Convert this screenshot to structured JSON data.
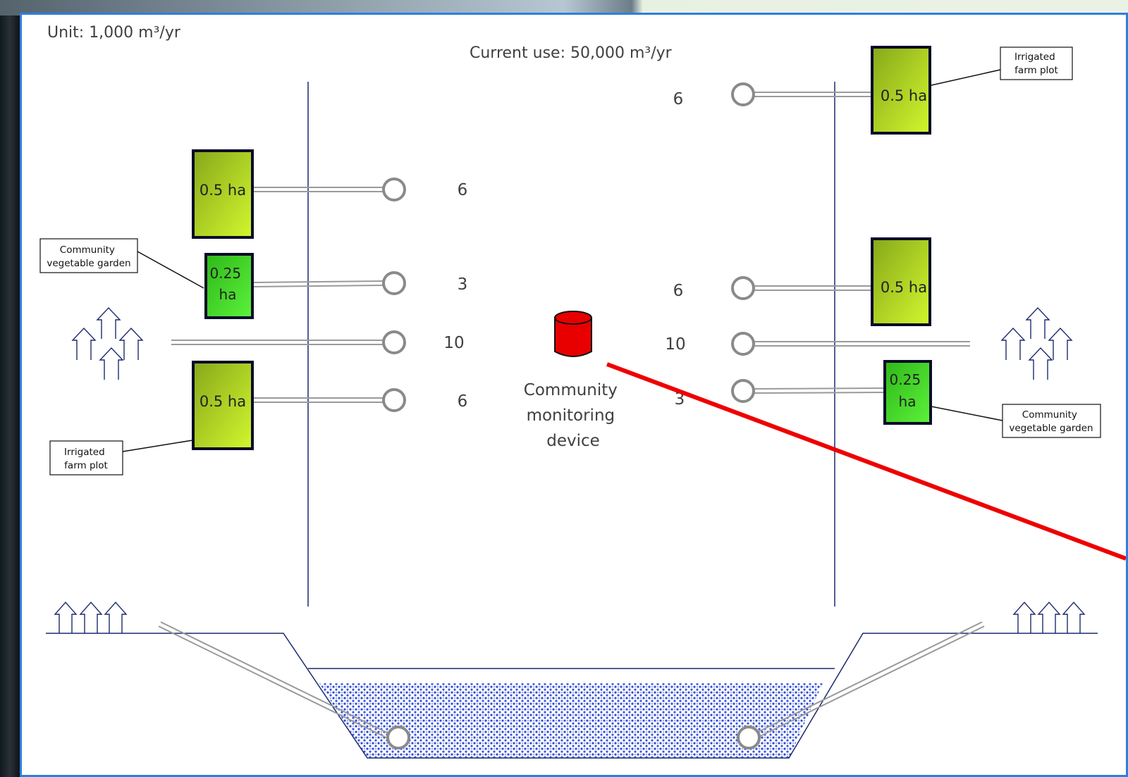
{
  "unit_label": "Unit: 1,000 m³/yr",
  "current_use": "Current use: 50,000 m³/yr",
  "left_side": {
    "plot_top": "0.5 ha",
    "garden": "0.25\nha",
    "plot_bottom": "0.5 ha",
    "value_top": "6",
    "value_garden": "3",
    "value_houses": "10",
    "value_bottom": "6",
    "callout_garden": "Community\nvegetable garden",
    "callout_plot": "Irrigated\nfarm plot"
  },
  "right_side": {
    "plot_top": "0.5 ha",
    "plot_middle": "0.5 ha",
    "garden": "0.25\nha",
    "value_top": "6",
    "value_middle": "6",
    "value_houses": "10",
    "value_garden": "3",
    "callout_plot": "Irrigated\nfarm plot",
    "callout_garden": "Community\nvegetable garden"
  },
  "device_label": "Community\nmonitoring\ndevice",
  "colors": {
    "slide_border": "#2d7fe0",
    "plot_green_light": "#ccf52a",
    "plot_green_dark": "#8fb01c",
    "garden_green": "#3fdc22",
    "device_red": "#e80000",
    "arrow_red": "#ee0000",
    "pipe_gray": "#9a9a9a",
    "water_blue": "#2e4ad0",
    "line_navy": "#1c2a6e"
  }
}
